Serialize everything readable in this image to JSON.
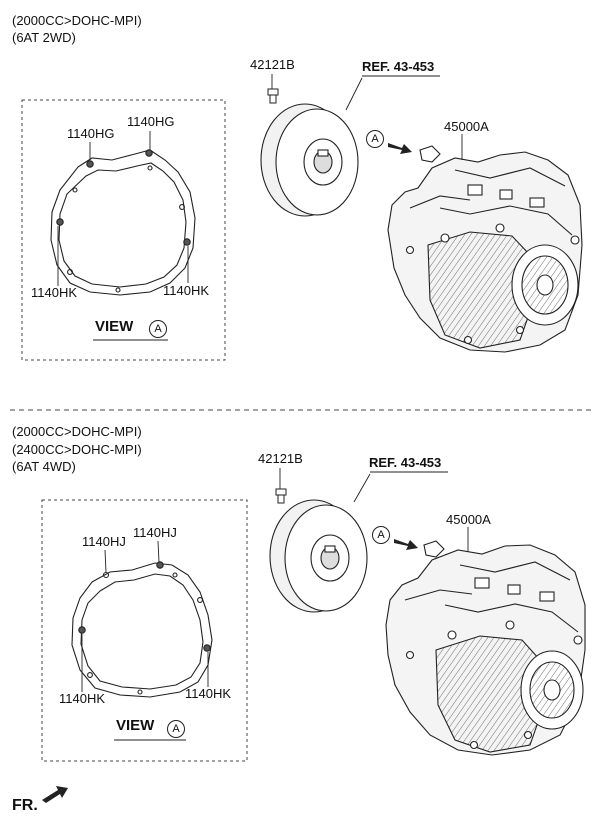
{
  "top": {
    "spec": [
      "(2000CC>DOHC-MPI)",
      "(6AT 2WD)"
    ],
    "bolt_part": "42121B",
    "ref": "REF. 43-453",
    "transmission_part": "45000A",
    "view_marker": "A",
    "view_label": "VIEW",
    "callouts": {
      "hg_left": "1140HG",
      "hg_right": "1140HG",
      "hk_left": "1140HK",
      "hk_right": "1140HK"
    }
  },
  "bottom": {
    "spec": [
      "(2000CC>DOHC-MPI)",
      "(2400CC>DOHC-MPI)",
      "(6AT 4WD)"
    ],
    "bolt_part": "42121B",
    "ref": "REF. 43-453",
    "transmission_part": "45000A",
    "view_marker": "A",
    "view_label": "VIEW",
    "callouts": {
      "hj_left": "1140HJ",
      "hj_right": "1140HJ",
      "hk_left": "1140HK",
      "hk_right": "1140HK"
    }
  },
  "footer": {
    "fr_label": "FR."
  },
  "colors": {
    "line": "#222222",
    "dash": "#444444"
  }
}
